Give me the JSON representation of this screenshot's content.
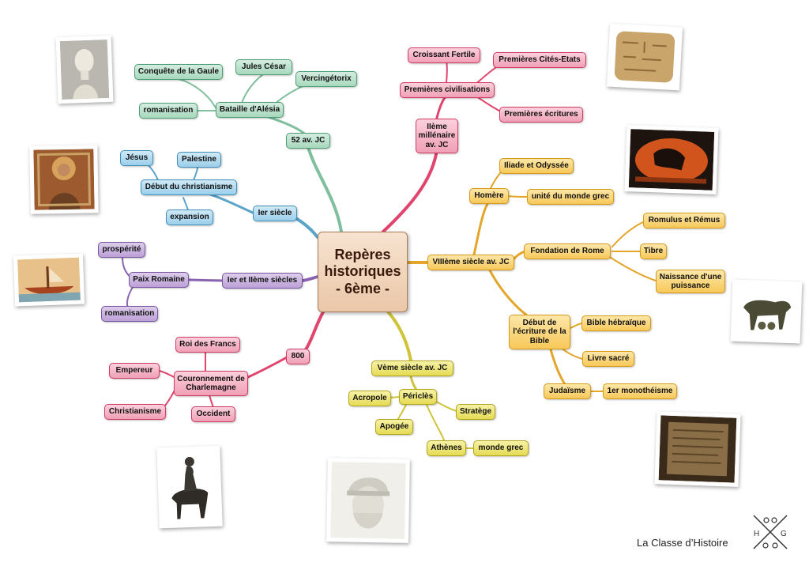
{
  "colors": {
    "green": "#7fbf9e",
    "red": "#e0456e",
    "blue": "#5aa3c9",
    "purple": "#8b63b3",
    "orange": "#e3a62a",
    "yellow": "#cfc43a",
    "central_fill": "#efd3b9"
  },
  "central": {
    "line1": "Repères",
    "line2": "historiques",
    "line3": "- 6ème -"
  },
  "branches": {
    "green": {
      "root": "52 av. JC",
      "hub": "Bataille d'Alésia",
      "items": [
        "Conquête de la Gaule",
        "Jules César",
        "Vercingétorix",
        "romanisation"
      ]
    },
    "red_top": {
      "root": "IIème millénaire av. JC",
      "hub": "Premières civilisations",
      "items": [
        "Croissant Fertile",
        "Premières Cités-Etats",
        "Premières écritures"
      ]
    },
    "blue": {
      "root": "Ier siècle",
      "hub": "Début du christianisme",
      "items": [
        "Jésus",
        "Palestine",
        "expansion"
      ]
    },
    "purple": {
      "root": "Ier et IIème siècles",
      "hub": "Paix Romaine",
      "items": [
        "prospérité",
        "romanisation"
      ]
    },
    "red_bottom": {
      "root": "800",
      "hub": "Couronnement de Charlemagne",
      "items": [
        "Roi des Francs",
        "Empereur",
        "Christianisme",
        "Occident"
      ]
    },
    "yellow": {
      "root": "Vème siècle av. JC",
      "hub": "Périclès",
      "items": [
        "Acropole",
        "Stratège",
        "Apogée",
        "Athènes",
        "monde grec"
      ]
    },
    "orange": {
      "root": "VIIIème siècle av. JC",
      "homere": "Homère",
      "homere_items": [
        "Iliade et Odyssée",
        "unité du monde grec"
      ],
      "rome": "Fondation de Rome",
      "rome_items": [
        "Romulus et Rémus",
        "Tibre",
        "Naissance d'une puissance"
      ],
      "bible": "Début de l'écriture de la Bible",
      "bible_items": [
        "Bible hébraïque",
        "Livre sacré"
      ],
      "judaisme": "Judaïsme",
      "judaisme_items": [
        "1er monothéisme"
      ]
    }
  },
  "photos": [
    {
      "name": "roman-bust-photo"
    },
    {
      "name": "clay-tablet-photo"
    },
    {
      "name": "christ-mosaic-photo"
    },
    {
      "name": "greek-vase-photo"
    },
    {
      "name": "roman-boat-fresco-photo"
    },
    {
      "name": "she-wolf-statue-photo"
    },
    {
      "name": "charlemagne-statue-photo"
    },
    {
      "name": "pericles-bust-photo"
    },
    {
      "name": "bible-scroll-photo"
    }
  ],
  "footer": {
    "text": "La Classe d’Histoire",
    "logo_h": "H",
    "logo_g": "G"
  }
}
